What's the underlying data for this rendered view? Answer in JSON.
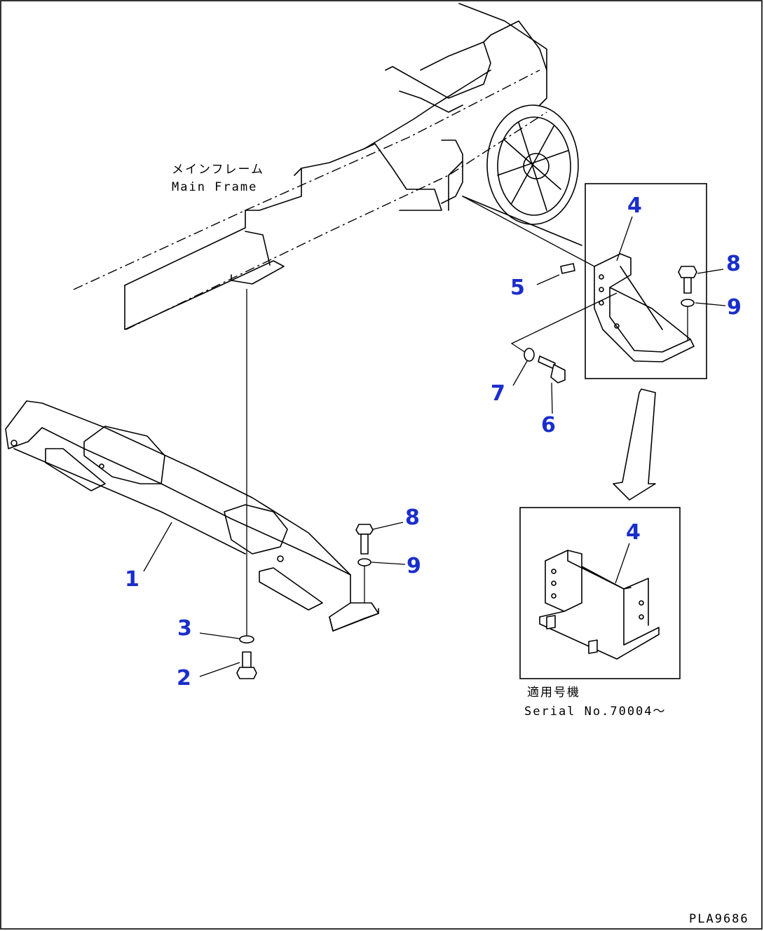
{
  "labels": {
    "main_frame_jp": "メインフレーム",
    "main_frame_en": "Main Frame",
    "serial_jp": "適用号機",
    "serial_en": "Serial No.70004～",
    "drawing_code": "PLA9686"
  },
  "callouts": {
    "c1": "1",
    "c2": "2",
    "c3": "3",
    "c4a": "4",
    "c4b": "4",
    "c5": "5",
    "c6": "6",
    "c7": "7",
    "c8a": "8",
    "c8b": "8",
    "c9a": "9",
    "c9b": "9"
  },
  "colors": {
    "callout": "#1a2ecc",
    "line": "#000000"
  }
}
